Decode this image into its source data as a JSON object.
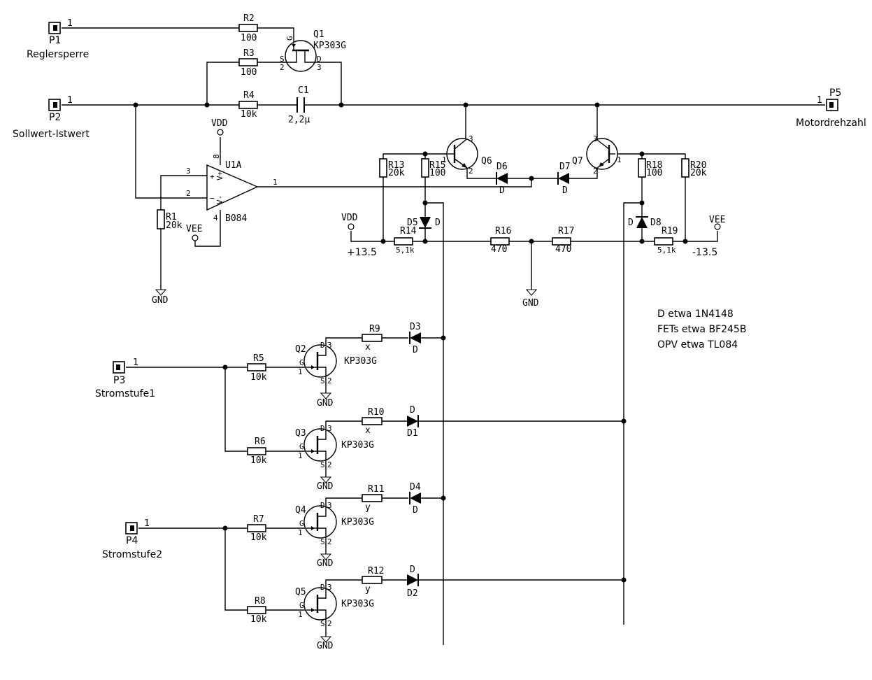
{
  "connectors": {
    "p1": {
      "ref": "P1",
      "name": "Reglersperre",
      "pin": "1"
    },
    "p2": {
      "ref": "P2",
      "name": "Sollwert-Istwert",
      "pin": "1"
    },
    "p3": {
      "ref": "P3",
      "name": "Stromstufe1",
      "pin": "1"
    },
    "p4": {
      "ref": "P4",
      "name": "Stromstufe2",
      "pin": "1"
    },
    "p5": {
      "ref": "P5",
      "name": "Motordrehzahl",
      "pin": "1"
    }
  },
  "resistors": {
    "r1": {
      "ref": "R1",
      "val": "20k"
    },
    "r2": {
      "ref": "R2",
      "val": "100"
    },
    "r3": {
      "ref": "R3",
      "val": "100"
    },
    "r4": {
      "ref": "R4",
      "val": "10k"
    },
    "r5": {
      "ref": "R5",
      "val": "10k"
    },
    "r6": {
      "ref": "R6",
      "val": "10k"
    },
    "r7": {
      "ref": "R7",
      "val": "10k"
    },
    "r8": {
      "ref": "R8",
      "val": "10k"
    },
    "r9": {
      "ref": "R9",
      "val": "x"
    },
    "r10": {
      "ref": "R10",
      "val": "x"
    },
    "r11": {
      "ref": "R11",
      "val": "y"
    },
    "r12": {
      "ref": "R12",
      "val": "y"
    },
    "r13": {
      "ref": "R13",
      "val": "20k"
    },
    "r14": {
      "ref": "R14",
      "val": "5,1k"
    },
    "r15": {
      "ref": "R15",
      "val": "100"
    },
    "r16": {
      "ref": "R16",
      "val": "470"
    },
    "r17": {
      "ref": "R17",
      "val": "470"
    },
    "r18": {
      "ref": "R18",
      "val": "100"
    },
    "r19": {
      "ref": "R19",
      "val": "5,1k"
    },
    "r20": {
      "ref": "R20",
      "val": "20k"
    }
  },
  "capacitor": {
    "ref": "C1",
    "val": "2,2µ"
  },
  "transistors": {
    "q1": {
      "ref": "Q1",
      "val": "KP303G"
    },
    "q2": {
      "ref": "Q2",
      "val": "KP303G"
    },
    "q3": {
      "ref": "Q3",
      "val": "KP303G"
    },
    "q4": {
      "ref": "Q4",
      "val": "KP303G"
    },
    "q5": {
      "ref": "Q5",
      "val": "KP303G"
    },
    "q6": {
      "ref": "Q6"
    },
    "q7": {
      "ref": "Q7"
    }
  },
  "diodes": {
    "d1": {
      "ref": "D1",
      "val": "D"
    },
    "d2": {
      "ref": "D2",
      "val": "D"
    },
    "d3": {
      "ref": "D3",
      "val": "D"
    },
    "d4": {
      "ref": "D4",
      "val": "D"
    },
    "d5": {
      "ref": "D5",
      "val": "D"
    },
    "d6": {
      "ref": "D6",
      "val": "D"
    },
    "d7": {
      "ref": "D7",
      "val": "D"
    },
    "d8": {
      "ref": "D8",
      "val": "D"
    }
  },
  "opamp": {
    "ref": "U1A",
    "val": "B084",
    "pin_plus": "3",
    "pin_minus": "2",
    "pin_out": "1",
    "pin_vp": "8",
    "pin_vm": "4"
  },
  "power": {
    "vdd": "VDD",
    "vee": "VEE",
    "gnd": "GND",
    "plus_13_5": "+13.5",
    "minus_13_5": "-13.5"
  },
  "pins": {
    "g": "G",
    "s": "S",
    "d": "D",
    "p1": "1",
    "p2": "2",
    "p3": "3"
  },
  "notes": [
    "D etwa 1N4148",
    "FETs etwa BF245B",
    "OPV etwa TL084"
  ]
}
